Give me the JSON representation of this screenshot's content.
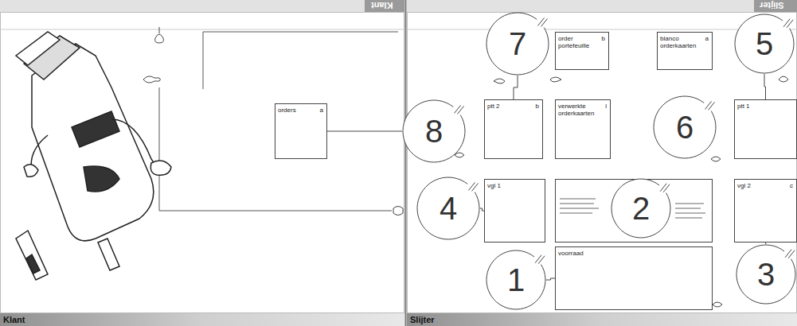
{
  "diagram": {
    "nodes": [
      {
        "text": [
          "orders",
          "a"
        ]
      },
      {
        "text": [
          "7"
        ]
      },
      {
        "text": [
          "order portefeuille",
          "b"
        ]
      },
      {
        "text": [
          "blanco orderkaarten",
          "a"
        ]
      },
      {
        "text": [
          "5"
        ]
      },
      {
        "text": [
          "8"
        ]
      },
      {
        "text": [
          "ptt 2",
          "b"
        ]
      },
      {
        "text": [
          "verwerkte orderkaarten",
          "l"
        ]
      },
      {
        "text": [
          "6"
        ]
      },
      {
        "text": [
          "ptt 1"
        ]
      },
      {
        "text": [
          "4"
        ]
      },
      {
        "text": [
          "vgl 1"
        ]
      },
      {
        "text": [
          "2"
        ]
      },
      {
        "text": [
          "vgl 2",
          "c"
        ]
      },
      {
        "text": [
          "1"
        ]
      },
      {
        "text": [
          "voorraad"
        ]
      },
      {
        "text": [
          "3"
        ]
      }
    ],
    "edges": [
      {
        "from": 0,
        "to": 5,
        "arrow": "none"
      },
      {
        "from": 1,
        "to": 6,
        "arrow": "none"
      },
      {
        "from": 4,
        "to": 9,
        "arrow": "none"
      },
      {
        "from": 10,
        "to": 11,
        "arrow": "none"
      },
      {
        "from": 14,
        "to": 15,
        "arrow": "none"
      },
      {
        "from": 16,
        "to": 13,
        "arrow": "none"
      }
    ],
    "labels": [
      "Klant",
      "Slijter",
      "Klant",
      "Slijter"
    ]
  }
}
